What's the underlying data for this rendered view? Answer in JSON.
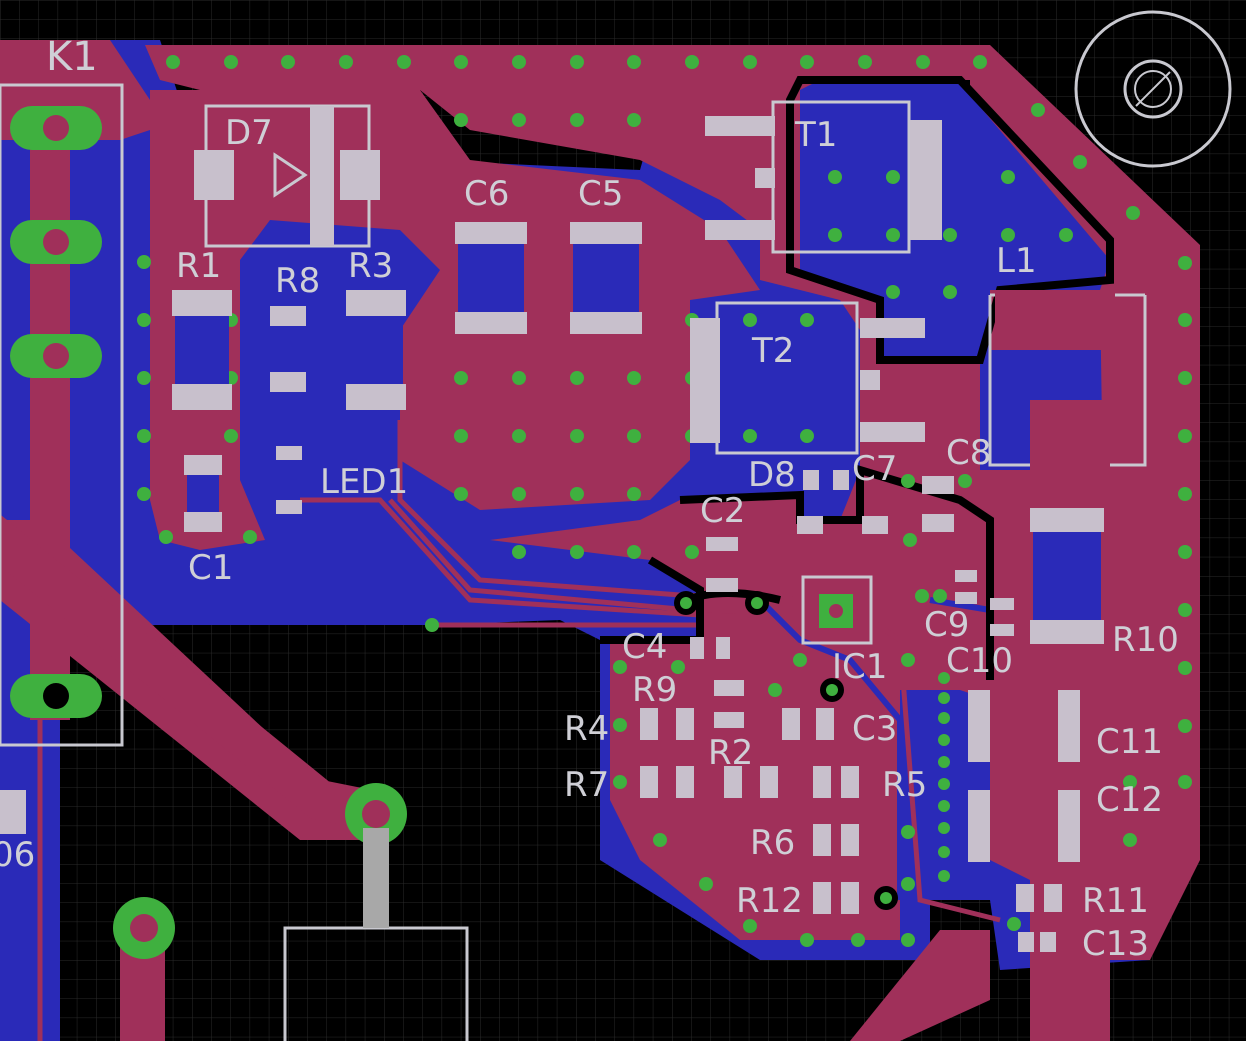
{
  "colors": {
    "background": "#000000",
    "grid": "#2a2a2a",
    "top_copper": "#a0305a",
    "bottom_copper": "#2a2ab8",
    "pad": "#c8c0cc",
    "via": "#3fb03f",
    "silkscreen": "#c9c9d0"
  },
  "labels": {
    "k1": "K1",
    "d7": "D7",
    "t1": "T1",
    "c6": "C6",
    "c5": "C5",
    "l1": "L1",
    "r1": "R1",
    "r8": "R8",
    "r3": "R3",
    "t2": "T2",
    "led1": "LED1",
    "d8": "D8",
    "c7": "C7",
    "c8": "C8",
    "c2": "C2",
    "c1": "C1",
    "c4": "C4",
    "c9": "C9",
    "r10": "R10",
    "c10": "C10",
    "ic1": "IC1",
    "r9": "R9",
    "r4": "R4",
    "c3": "C3",
    "c11": "C11",
    "r2": "R2",
    "r7": "R7",
    "r5": "R5",
    "c12": "C12",
    "r6": "R6",
    "r12": "R12",
    "r11": "R11",
    "c13": "C13",
    "d6": "06"
  }
}
